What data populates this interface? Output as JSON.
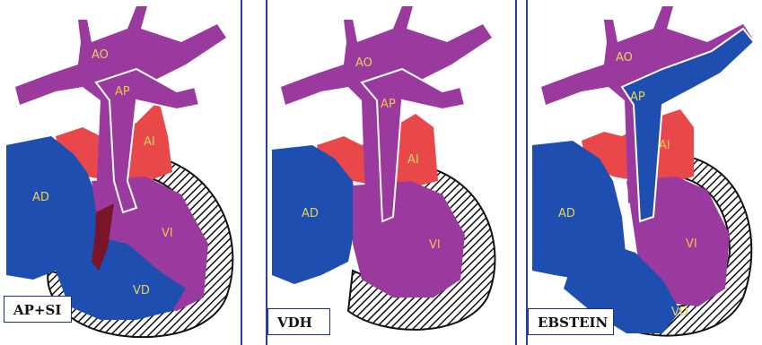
{
  "colors": {
    "venous": "#1e4fb0",
    "arterial": "#9a3a9e",
    "left_atrium": "#e8484a",
    "defect": "#7a1428",
    "label_blue": "#e6d25a",
    "label_purple": "#f0c24a",
    "frame": "#2a3fa0"
  },
  "panels": [
    {
      "caption": "AP+SI",
      "labels": {
        "ao": "AO",
        "ap": "AP",
        "ai": "AI",
        "ad": "AD",
        "vi": "VI",
        "vd": "VD"
      }
    },
    {
      "caption": "VDH",
      "labels": {
        "ao": "AO",
        "ap": "AP",
        "ai": "AI",
        "ad": "AD",
        "vi": "VI"
      }
    },
    {
      "caption": "EBSTEIN",
      "labels": {
        "ao": "AO",
        "ap": "AP",
        "ai": "AI",
        "ad": "AD",
        "vi": "VI",
        "vd": "VD"
      }
    }
  ]
}
